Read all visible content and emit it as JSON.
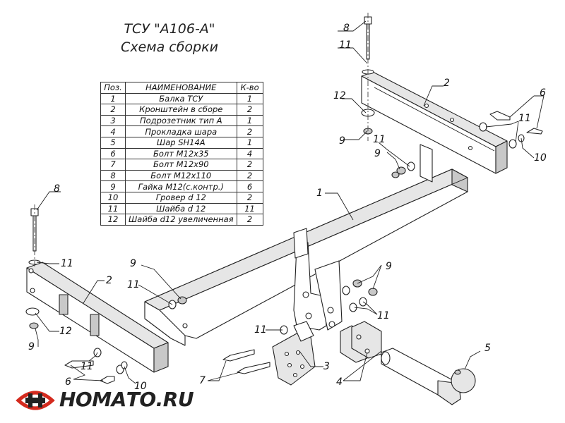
{
  "header": {
    "title": "ТСУ \"А106-А\"",
    "subtitle": "Схема сборки"
  },
  "table": {
    "headers": [
      "Поз.",
      "НАИМЕНОВАНИЕ",
      "К-во"
    ],
    "rows": [
      [
        "1",
        "Балка ТСУ",
        "1"
      ],
      [
        "2",
        "Кронштейн в сборе",
        "2"
      ],
      [
        "3",
        "Подрозетник тип А",
        "1"
      ],
      [
        "4",
        "Прокладка шара",
        "2"
      ],
      [
        "5",
        "Шар SH14A",
        "1"
      ],
      [
        "6",
        "Болт М12х35",
        "4"
      ],
      [
        "7",
        "Болт М12х90",
        "2"
      ],
      [
        "8",
        "Болт М12х110",
        "2"
      ],
      [
        "9",
        "Гайка М12(с.контр.)",
        "6"
      ],
      [
        "10",
        "Гровер d 12",
        "2"
      ],
      [
        "11",
        "Шайба d 12",
        "11"
      ],
      [
        "12",
        "Шайба d12 увеличенная",
        "2"
      ]
    ]
  },
  "callouts": [
    "8",
    "11",
    "2",
    "6",
    "11",
    "12",
    "9",
    "11",
    "9",
    "10",
    "1",
    "8",
    "11",
    "2",
    "9",
    "11",
    "12",
    "9",
    "11",
    "9",
    "11",
    "7",
    "3",
    "4",
    "5",
    "6",
    "10"
  ],
  "logo": {
    "text": "НОМАТО.RU",
    "accent": "#d42a1e"
  }
}
